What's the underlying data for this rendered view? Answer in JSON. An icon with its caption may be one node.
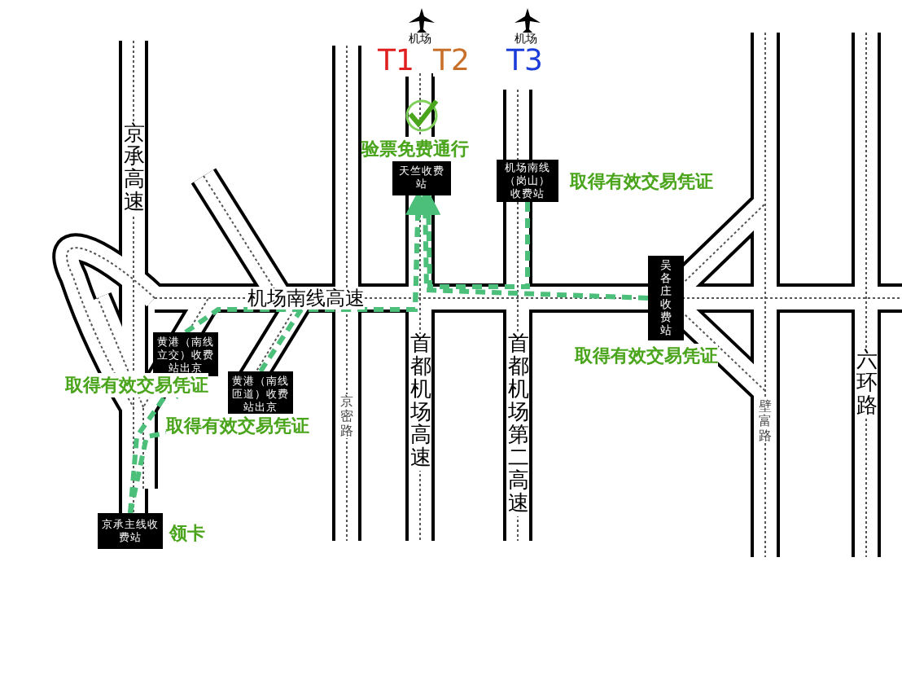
{
  "diagram": {
    "nodes": [
      {
        "text": [
          "京承主线收费站"
        ],
        "beside": [
          "领卡"
        ]
      },
      {
        "text": [
          "黄港（南线立交）收费站出京"
        ],
        "beside": [
          "取得有效交易凭证"
        ]
      },
      {
        "text": [
          "黄港（南线匝道）收费站出京"
        ],
        "beside": [
          "取得有效交易凭证"
        ]
      },
      {
        "text": [
          "天竺收费站"
        ],
        "beside": [
          "验票免费通行"
        ]
      },
      {
        "text": [
          "机场南线（岗山）收费站"
        ],
        "beside": [
          "取得有效交易凭证"
        ]
      },
      {
        "text": [
          "吴各庄收费站"
        ],
        "beside": [
          "取得有效交易凭证"
        ]
      }
    ],
    "edges": [
      {
        "from": 0,
        "to": 1,
        "arrow": "to",
        "style": "dashed",
        "color": "#4cbf7a"
      },
      {
        "from": 0,
        "to": 2,
        "arrow": "to",
        "style": "dashed",
        "color": "#4cbf7a"
      },
      {
        "from": 1,
        "to": 3,
        "arrow": "to",
        "style": "dashed",
        "color": "#4cbf7a"
      },
      {
        "from": 2,
        "to": 3,
        "arrow": "to",
        "style": "dashed",
        "color": "#4cbf7a"
      },
      {
        "from": 5,
        "to": 3,
        "arrow": "to",
        "style": "dashed",
        "color": "#4cbf7a"
      },
      {
        "from": 4,
        "to": 3,
        "arrow": "to",
        "style": "dashed",
        "color": "#4cbf7a"
      }
    ],
    "labels": [
      "机场",
      "T1",
      "T2",
      "机场",
      "T3",
      "京承高速",
      "机场南线高速",
      "首都机场高速",
      "首都机场第二高速",
      "京密路",
      "壁富路",
      "六环路"
    ]
  }
}
